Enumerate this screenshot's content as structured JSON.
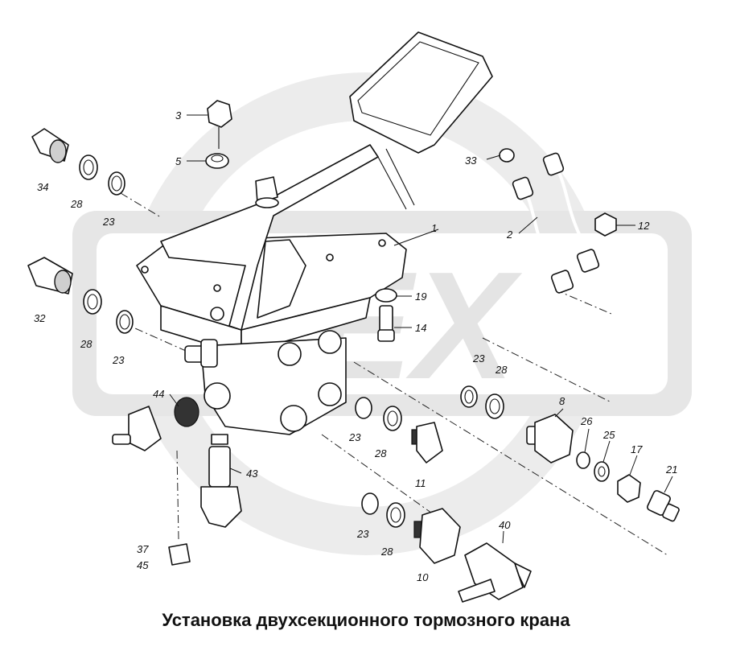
{
  "caption": "Установка двухсекционного тормозного крана",
  "watermark": {
    "text": "ZEX",
    "color": "#e4e4e4"
  },
  "callouts": {
    "c1": "1",
    "c2": "2",
    "c3": "3",
    "c5": "5",
    "c8": "8",
    "c10": "10",
    "c11": "11",
    "c12": "12",
    "c14": "14",
    "c17": "17",
    "c19": "19",
    "c21": "21",
    "c23a": "23",
    "c23b": "23",
    "c23c": "23",
    "c23d": "23",
    "c23e": "23",
    "c25": "25",
    "c26": "26",
    "c28a": "28",
    "c28b": "28",
    "c28c": "28",
    "c28d": "28",
    "c28e": "28",
    "c32": "32",
    "c33": "33",
    "c34": "34",
    "c37": "37",
    "c40": "40",
    "c43": "43",
    "c44": "44",
    "c45": "45"
  }
}
